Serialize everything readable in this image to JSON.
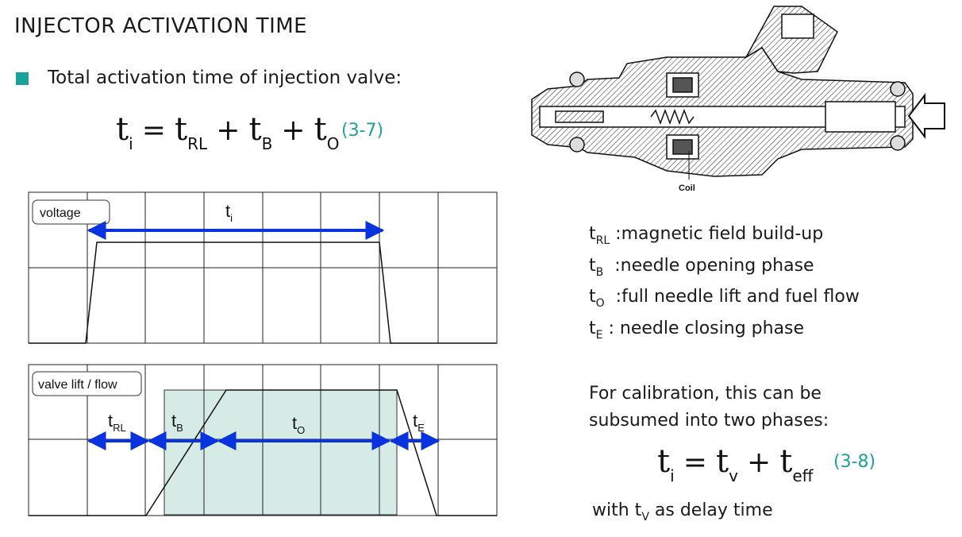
{
  "title": "INJECTOR ACTIVATION TIME",
  "bullet": "Total activation time of injection valve:",
  "equation1": {
    "lhs": "t",
    "lhs_sub": "i",
    "terms": [
      {
        "t": "t",
        "sub": "RL"
      },
      {
        "t": "t",
        "sub": "B"
      },
      {
        "t": "t",
        "sub": "O"
      }
    ],
    "eq": "=",
    "plus": "+",
    "number": "(3-7)"
  },
  "chart_voltage": {
    "label": "voltage",
    "arrow_label": "t",
    "arrow_sub": "i"
  },
  "chart_valve": {
    "label": "valve lift / flow",
    "phases": [
      {
        "t": "t",
        "sub": "RL"
      },
      {
        "t": "t",
        "sub": "B"
      },
      {
        "t": "t",
        "sub": "O"
      },
      {
        "t": "t",
        "sub": "E"
      }
    ]
  },
  "drawing": {
    "coil_label": "Coil"
  },
  "legend": [
    {
      "t": "t",
      "sub": "RL",
      "text": " :magnetic field build-up"
    },
    {
      "t": "t",
      "sub": "B",
      "text": "  :needle opening phase"
    },
    {
      "t": "t",
      "sub": "O",
      "text": "  :full needle lift and fuel flow"
    },
    {
      "t": "t",
      "sub": "E",
      "text": " : needle closing phase"
    }
  ],
  "calibration_text": "For calibration, this can be subsumed into two phases:",
  "equation2": {
    "lhs": "t",
    "lhs_sub": "i",
    "terms": [
      {
        "t": "t",
        "sub": "v"
      },
      {
        "t": "t",
        "sub": "eff"
      }
    ],
    "eq": "=",
    "plus": "+",
    "number": "(3-8)"
  },
  "with_text": {
    "pre": "with ",
    "t": "t",
    "sub": "V",
    "post": " as delay time"
  },
  "colors": {
    "accent": "#1aa39a",
    "arrow": "#0a33e0",
    "shade": "#d6ebe6",
    "grid": "#222222"
  }
}
